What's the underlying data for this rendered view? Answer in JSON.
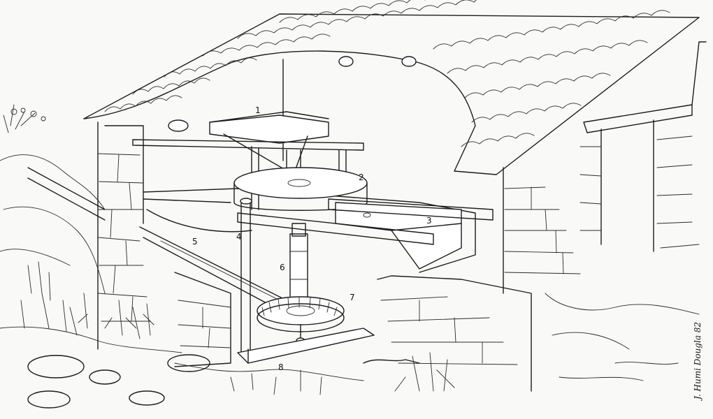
{
  "labels": {
    "l1": "1",
    "l2": "2",
    "l3": "3",
    "l4": "4",
    "l5": "5",
    "l6": "6",
    "l7": "7",
    "l8": "8"
  },
  "signature": "J. Humi Dougla 82",
  "colors": {
    "ink": "#1c1c1c",
    "paper": "#f9f9f7"
  }
}
